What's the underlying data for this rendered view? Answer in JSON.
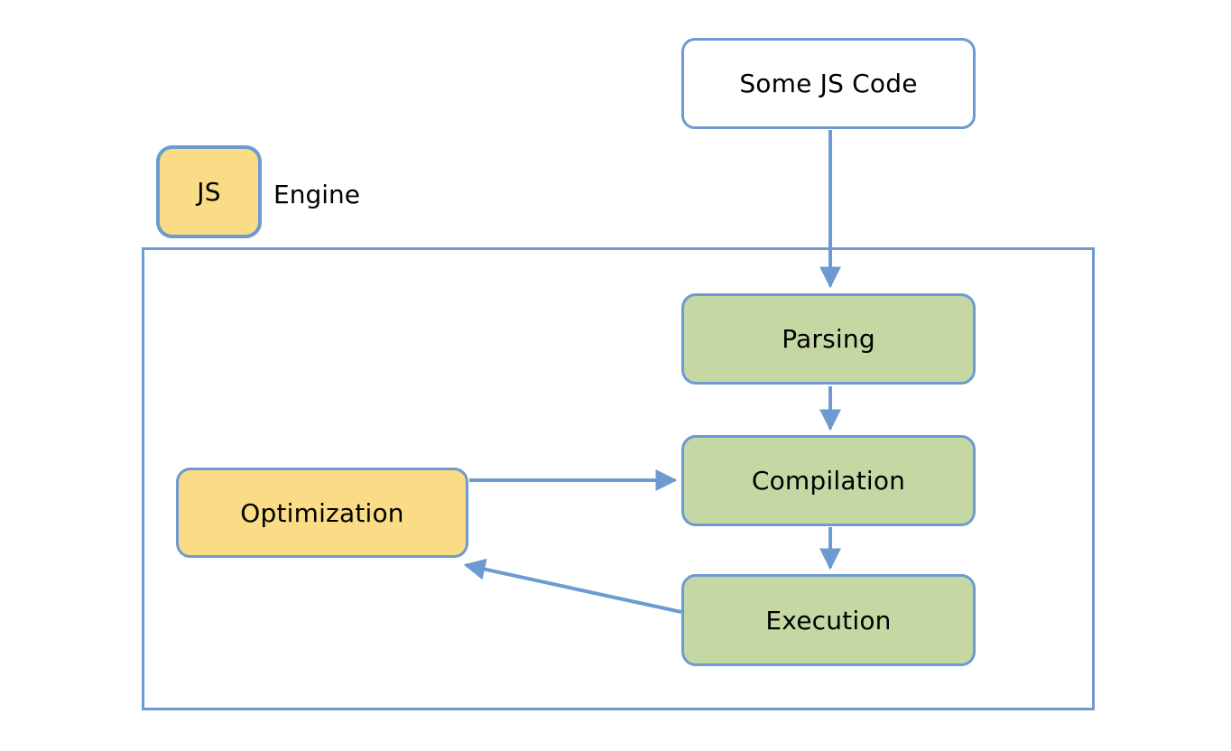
{
  "diagram": {
    "source_box": {
      "label": "Some JS Code"
    },
    "engine": {
      "badge_label": "JS",
      "caption": "Engine"
    },
    "nodes": {
      "parsing": {
        "label": "Parsing"
      },
      "compilation": {
        "label": "Compilation"
      },
      "execution": {
        "label": "Execution"
      },
      "optimization": {
        "label": "Optimization"
      }
    },
    "edges": [
      {
        "from": "some-js-code",
        "to": "parsing",
        "direction": "down"
      },
      {
        "from": "parsing",
        "to": "compilation",
        "direction": "down"
      },
      {
        "from": "compilation",
        "to": "execution",
        "direction": "down"
      },
      {
        "from": "optimization",
        "to": "compilation",
        "direction": "right"
      },
      {
        "from": "execution",
        "to": "optimization",
        "direction": "up-left"
      }
    ],
    "colors": {
      "stroke_blue": "#6D9BD1",
      "fill_green": "#C5D8A4",
      "fill_yellow": "#F9DC85",
      "fill_white": "#FFFFFF",
      "text_color": "#000000"
    }
  }
}
